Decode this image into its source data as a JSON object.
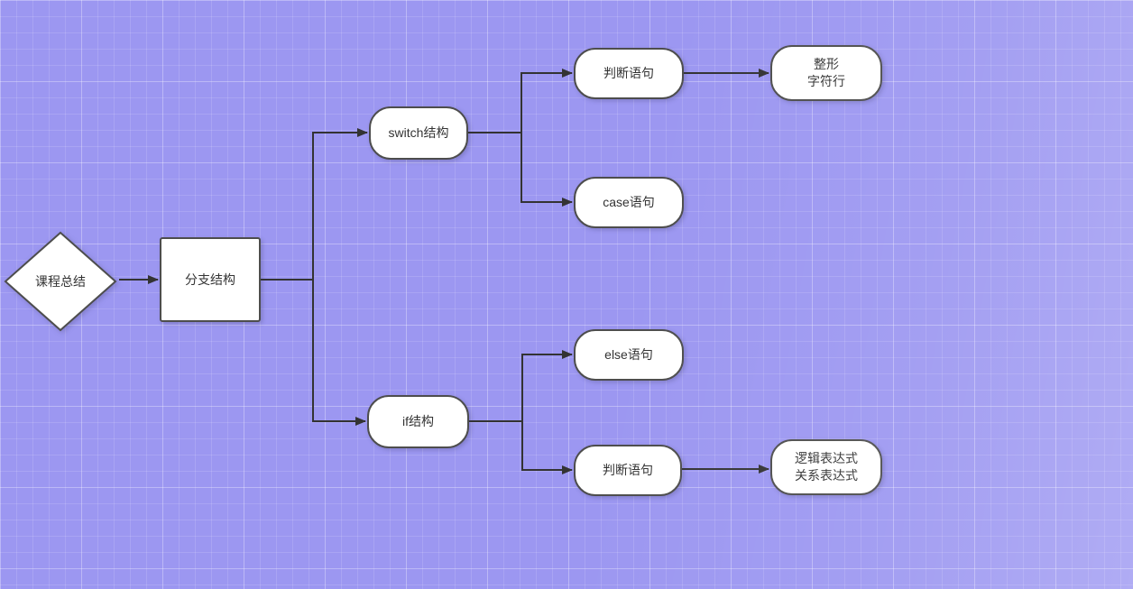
{
  "diagram": {
    "colors": {
      "background": "#9c97f1",
      "grid_line": "#b4b0f6",
      "node_fill": "#ffffff",
      "node_border": "#4d4d4d",
      "edge": "#333333",
      "text": "#333333"
    },
    "nodes": {
      "root": {
        "label": "课程总结"
      },
      "branch": {
        "label": "分支结构"
      },
      "switch": {
        "label": "switch结构"
      },
      "if": {
        "label": "if结构"
      },
      "judge_top": {
        "label": "判断语句"
      },
      "case": {
        "label": "case语句"
      },
      "int_char": {
        "line1": "整形",
        "line2": "字符行"
      },
      "else": {
        "label": "else语句"
      },
      "judge_bottom": {
        "label": "判断语句"
      },
      "expr": {
        "line1": "逻辑表达式",
        "line2": "关系表达式"
      }
    }
  }
}
